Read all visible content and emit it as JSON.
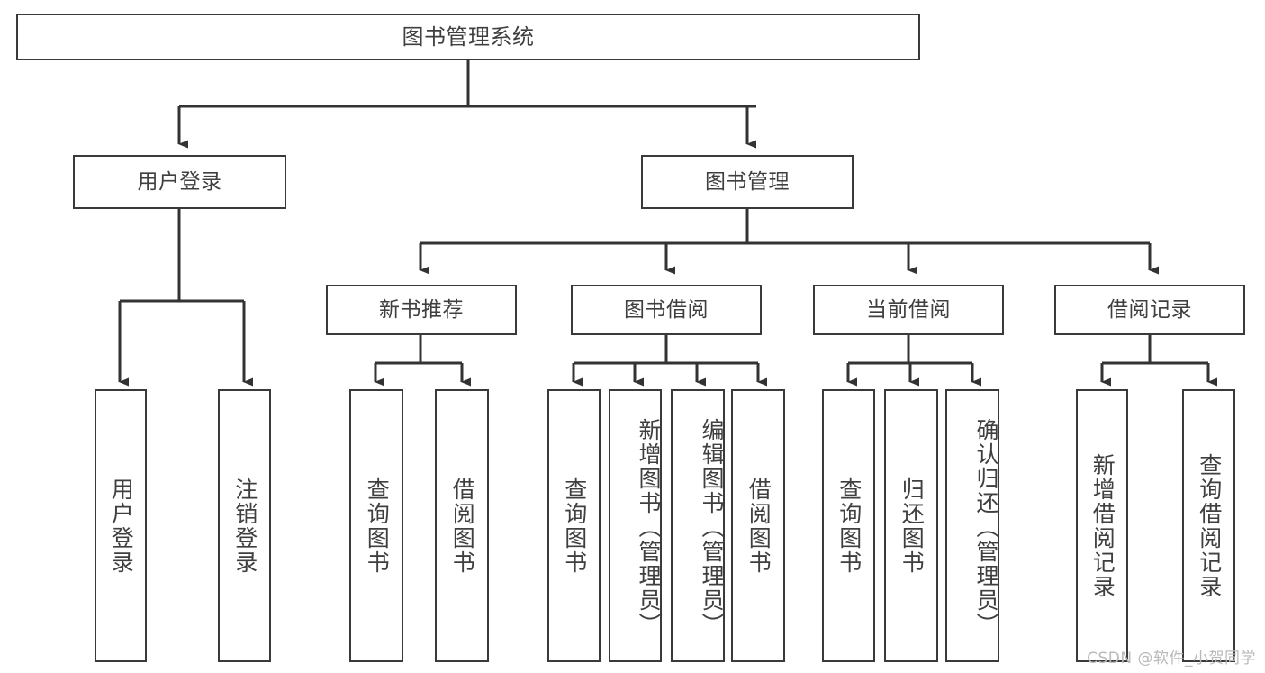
{
  "diagram": {
    "type": "tree",
    "title": "图书管理系统",
    "watermark": "CSDN @软件_小贺同学",
    "style": {
      "box_border_color": "#3a3a3a",
      "box_fill": "#ffffff",
      "text_color": "#3f3f3f",
      "edge_color": "#333333",
      "background": "#ffffff",
      "watermark_color": "#b9b9b9"
    },
    "nodes": {
      "root": {
        "label": "图书管理系统"
      },
      "level2": [
        {
          "id": "user-login",
          "label": "用户登录"
        },
        {
          "id": "book-manage",
          "label": "图书管理"
        }
      ],
      "level3": [
        {
          "id": "new-book-rec",
          "label": "新书推荐"
        },
        {
          "id": "book-borrow",
          "label": "图书借阅"
        },
        {
          "id": "current-borrow",
          "label": "当前借阅"
        },
        {
          "id": "borrow-record",
          "label": "借阅记录"
        }
      ],
      "leaves": {
        "user-login": [
          {
            "id": "leaf-user-login",
            "label": "用户登录"
          },
          {
            "id": "leaf-logout",
            "label": "注销登录"
          }
        ],
        "new-book-rec": [
          {
            "id": "leaf-query-book-1",
            "label": "查询图书"
          },
          {
            "id": "leaf-borrow-book-1",
            "label": "借阅图书"
          }
        ],
        "book-borrow": [
          {
            "id": "leaf-query-book-2",
            "label": "查询图书"
          },
          {
            "id": "leaf-add-book",
            "label": "新增图书（管理员）"
          },
          {
            "id": "leaf-edit-book",
            "label": "编辑图书（管理员）"
          },
          {
            "id": "leaf-borrow-book-2",
            "label": "借阅图书"
          }
        ],
        "current-borrow": [
          {
            "id": "leaf-query-book-3",
            "label": "查询图书"
          },
          {
            "id": "leaf-return-book",
            "label": "归还图书"
          },
          {
            "id": "leaf-confirm-return",
            "label": "确认归还（管理员）"
          }
        ],
        "borrow-record": [
          {
            "id": "leaf-add-record",
            "label": "新增借阅记录"
          },
          {
            "id": "leaf-query-record",
            "label": "查询借阅记录"
          }
        ]
      }
    }
  }
}
